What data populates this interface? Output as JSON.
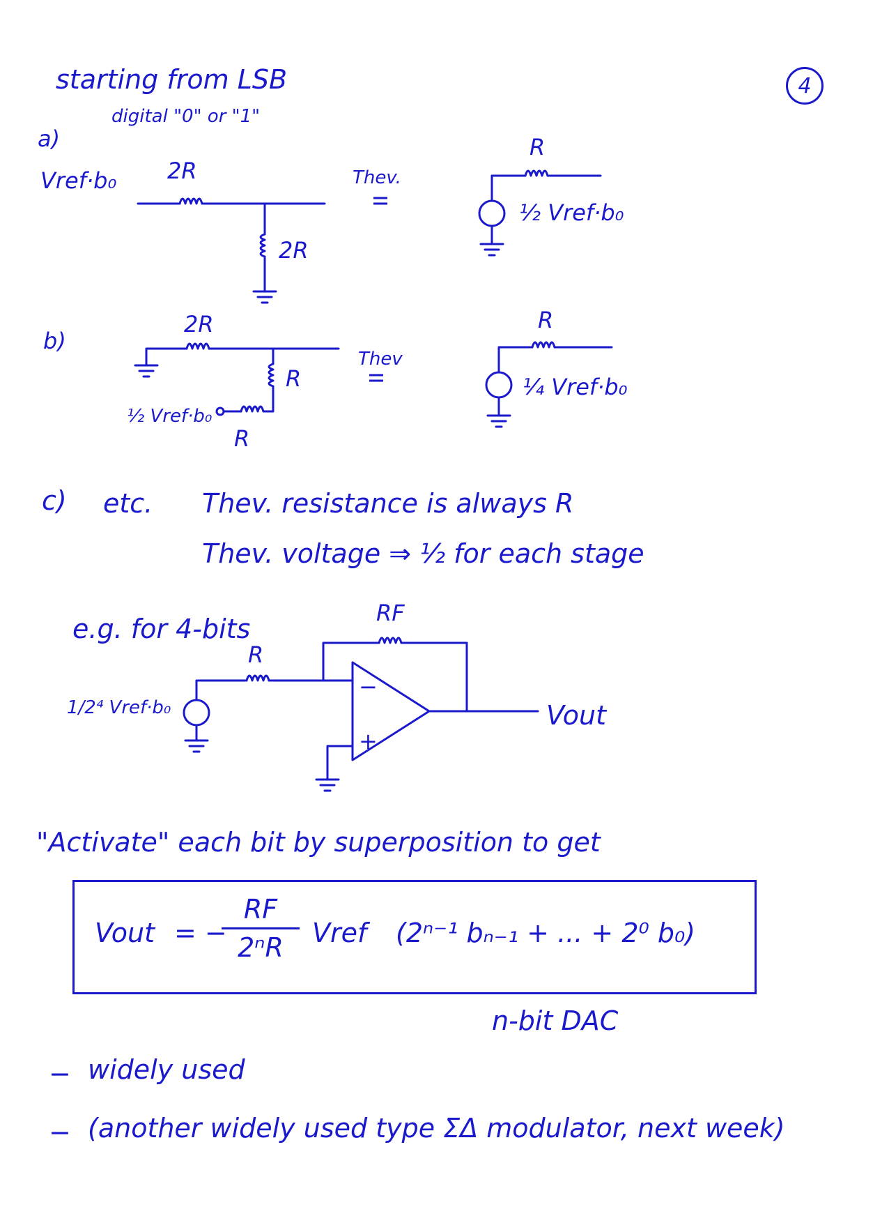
{
  "page_number": "4",
  "header": "starting from LSB",
  "annotation": "digital \"0\" or \"1\"",
  "sections": {
    "a": {
      "label": "a)",
      "source": "Vref·b₀",
      "r_series": "2R",
      "r_shunt": "2R",
      "thev": "Thev.",
      "eq_r": "R",
      "eq_src": "½ Vref·b₀"
    },
    "b": {
      "label": "b)",
      "r_top": "2R",
      "r_shunt": "R",
      "r_bottom": "R",
      "source": "½ Vref·b₀",
      "thev": "Thev",
      "eq_r": "R",
      "eq_src": "¼ Vref·b₀"
    },
    "c": {
      "label": "c)",
      "etc": "etc.",
      "line1": "Thev. resistance is always R",
      "line2": "Thev. voltage ⇒ ½ for each stage"
    }
  },
  "example": {
    "label": "e.g. for 4-bits",
    "rf": "RF",
    "r": "R",
    "source": "1/2⁴ Vref·b₀",
    "minus": "−",
    "plus": "+",
    "output": "Vout"
  },
  "activate": "\"Activate\" each bit by superposition to get",
  "formula": {
    "lhs": "Vout",
    "eq": "= −",
    "numerator": "RF",
    "denominator": "2ⁿR",
    "vref": "Vref",
    "sum": "(2ⁿ⁻¹ bₙ₋₁ + ... + 2⁰ b₀)"
  },
  "formula_caption": "n-bit DAC",
  "bullets": [
    "widely used",
    "(another widely used type ΣΔ modulator, next week)"
  ],
  "bullet_marker": "−"
}
